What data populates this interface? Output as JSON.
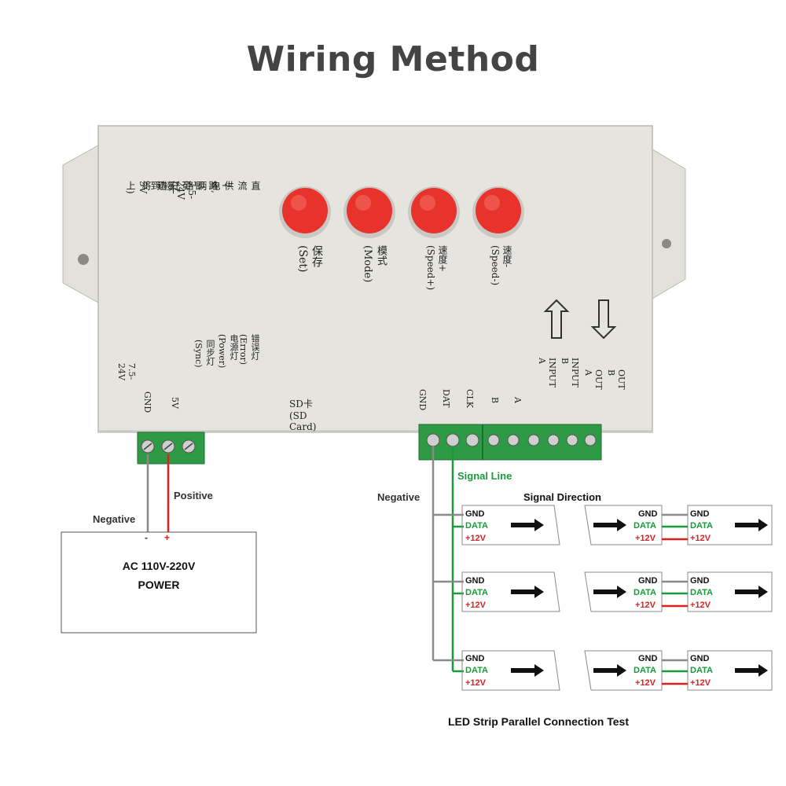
{
  "title": "Wiring Method",
  "device": {
    "buttons": [
      {
        "label": "保存(Set)"
      },
      {
        "label": "模式(Mode)"
      },
      {
        "label": "速度+(Speed+)"
      },
      {
        "label": "速度-(Speed-)"
      }
    ],
    "power_note": [
      "直流供电,两路任选",
      "一路即可(不可将",
      "7.5-24V接到5V上)"
    ],
    "left_pins": [
      "7.5-24V",
      "GND",
      "5V",
      "同步灯(Sync)",
      "电源灯(Power)",
      "错误灯(Error)"
    ],
    "sd_card": "SD卡(SD Card)",
    "right_pins": [
      "GND",
      "DAT",
      "CLK",
      "B",
      "A",
      "INPUT A",
      "INPUT B",
      "OUT A",
      "OUT B"
    ]
  },
  "power": {
    "negative": "Negative",
    "positive": "Positive",
    "minus": "-",
    "plus": "+",
    "line1": "AC 110V-220V",
    "line2": "POWER"
  },
  "signal": {
    "signal_line": "Signal Line",
    "negative": "Negative",
    "direction": "Signal Direction"
  },
  "strip_labels": {
    "gnd": "GND",
    "data": "DATA",
    "v12": "+12V"
  },
  "caption": "LED Strip Parallel Connection Test",
  "colors": {
    "red_button": "#e8322c",
    "green_wire": "#1a9a3a",
    "red_wire": "#e02020",
    "gray_wire": "#8a8a8a",
    "terminal": "#2f9a45",
    "case": "#e4e3dd"
  }
}
